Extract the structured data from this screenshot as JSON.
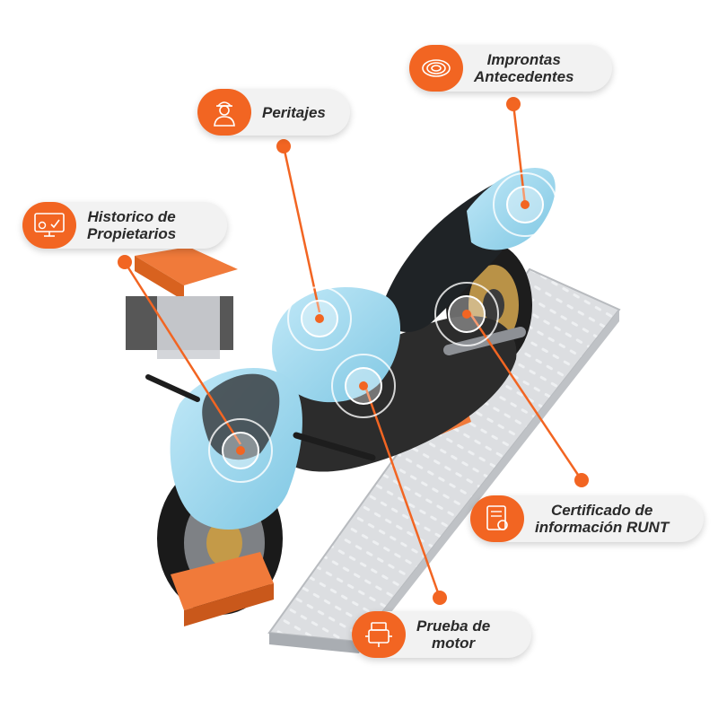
{
  "callouts": {
    "improntas": {
      "line1": "Improntas",
      "line2": "Antecedentes",
      "icon": "fingerprint-icon"
    },
    "peritajes": {
      "line1": "Peritajes",
      "icon": "mechanic-icon"
    },
    "historico": {
      "line1": "Historico de",
      "line2": "Propietarios",
      "icon": "ownership-history-icon"
    },
    "certificado": {
      "line1": "Certificado de",
      "line2": "información RUNT",
      "icon": "certificate-icon"
    },
    "prueba": {
      "line1": "Prueba de",
      "line2": "motor",
      "icon": "engine-icon"
    }
  },
  "colors": {
    "accent": "#f26522",
    "bike_body": "#9fd8ef",
    "lift_plate": "#d7d9dc",
    "callout_bg": "#f2f2f2"
  }
}
